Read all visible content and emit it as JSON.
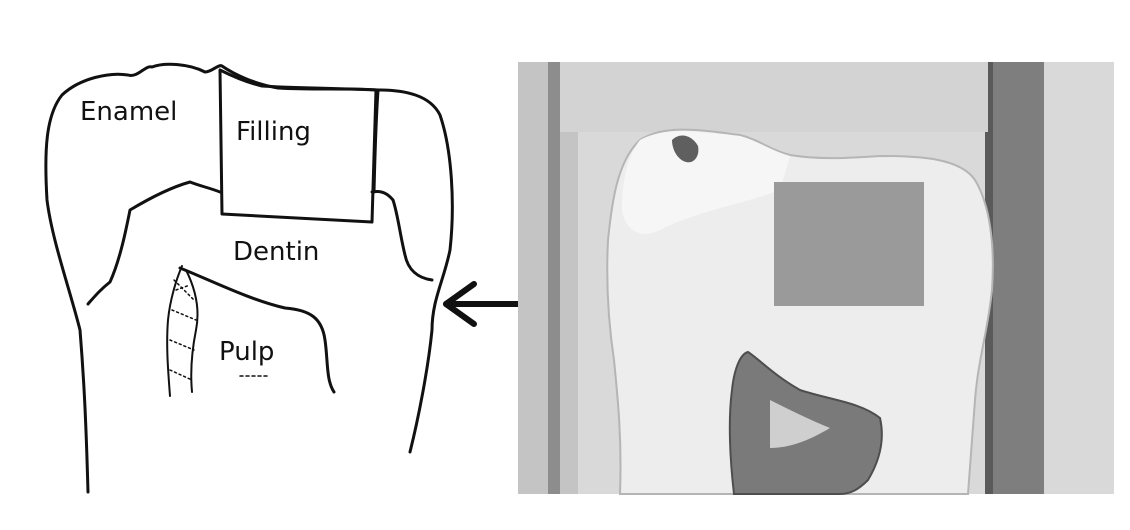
{
  "labels": {
    "enamel": "Enamel",
    "filling": "Filling",
    "dentin": "Dentin",
    "pulp": "Pulp"
  },
  "colors": {
    "line": "#111111",
    "photo_bg": "#d9d9d9",
    "photo_frame": "#8d8d8d",
    "tooth": "#ededed",
    "filling_photo": "#9a9a9a",
    "pulp_photo": "#7a7a7a"
  },
  "icons": [
    "left-arrow-icon"
  ]
}
